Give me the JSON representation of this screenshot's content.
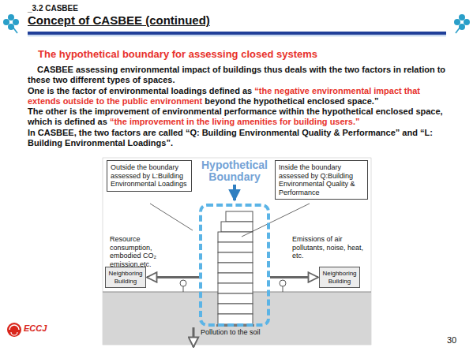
{
  "diagram": {
    "title": "Concept of CASBEE (continued)",
    "nodes": [
      {
        "text": [
          "Outside the boundary assessed by L:Building Environmental Loadings"
        ]
      },
      {
        "text": [
          "Inside the boundary assessed by Q:Building Environmental Quality & Performance"
        ]
      },
      {
        "text": [
          "Hypothetical Boundary"
        ]
      },
      {
        "text": [
          "Neighboring Building"
        ]
      },
      {
        "text": [
          "Neighboring Building"
        ]
      }
    ],
    "edges": [
      {
        "from": 2,
        "to": 3,
        "arrow": "to"
      },
      {
        "from": 2,
        "to": 4,
        "arrow": "to"
      }
    ],
    "labels": [
      "_3.2 CASBEE",
      "The hypothetical boundary for assessing closed systems",
      "CASBEE assessing environmental impact of buildings thus deals with the two factors in relation to these two different types of spaces.",
      "One is the factor of environmental loadings defined as",
      "“the negative environmental impact that extends outside to the public environment",
      "beyond the hypothetical enclosed space.”",
      "The other is the improvement of environmental performance within the hypothetical enclosed space, which is defined as",
      "“the improvement in the living amenities for building users.”",
      "In CASBEE, the two factors are called “Q: Building Environmental Quality & Performance” and “L: Building Environmental Loadings”.",
      "Resource consumption, embodied CO₂ emission,etc.",
      "Emissions of air pollutants, noise, heat, etc.",
      "Pollution to the soil",
      "ECCJ",
      "30"
    ]
  }
}
